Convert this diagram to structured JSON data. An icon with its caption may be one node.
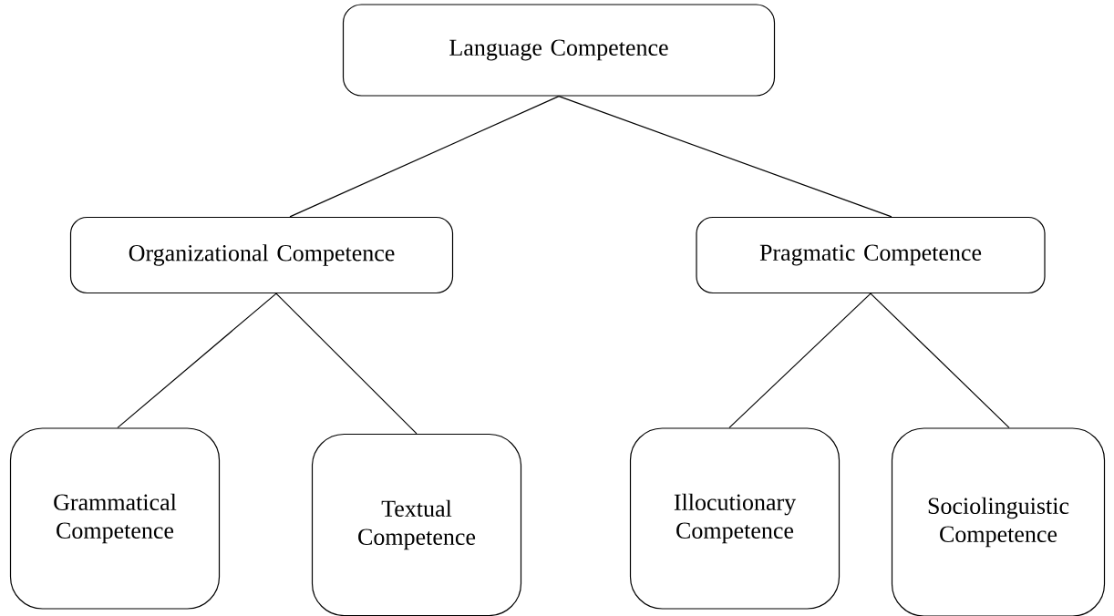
{
  "diagram": {
    "nodes": [
      {
        "text": [
          "Language Competence"
        ]
      },
      {
        "text": [
          "Organizational Competence"
        ]
      },
      {
        "text": [
          "Pragmatic Competence"
        ]
      },
      {
        "text": [
          "Grammatical Competence"
        ]
      },
      {
        "text": [
          "Textual Competence"
        ]
      },
      {
        "text": [
          "Illocutionary Competence"
        ]
      },
      {
        "text": [
          "Sociolinguistic Competence"
        ]
      }
    ],
    "edges": [
      {
        "from": 0,
        "to": 1,
        "arrow": "none"
      },
      {
        "from": 0,
        "to": 2,
        "arrow": "none"
      },
      {
        "from": 1,
        "to": 3,
        "arrow": "none"
      },
      {
        "from": 1,
        "to": 4,
        "arrow": "none"
      },
      {
        "from": 2,
        "to": 5,
        "arrow": "none"
      },
      {
        "from": 2,
        "to": 6,
        "arrow": "none"
      }
    ]
  }
}
